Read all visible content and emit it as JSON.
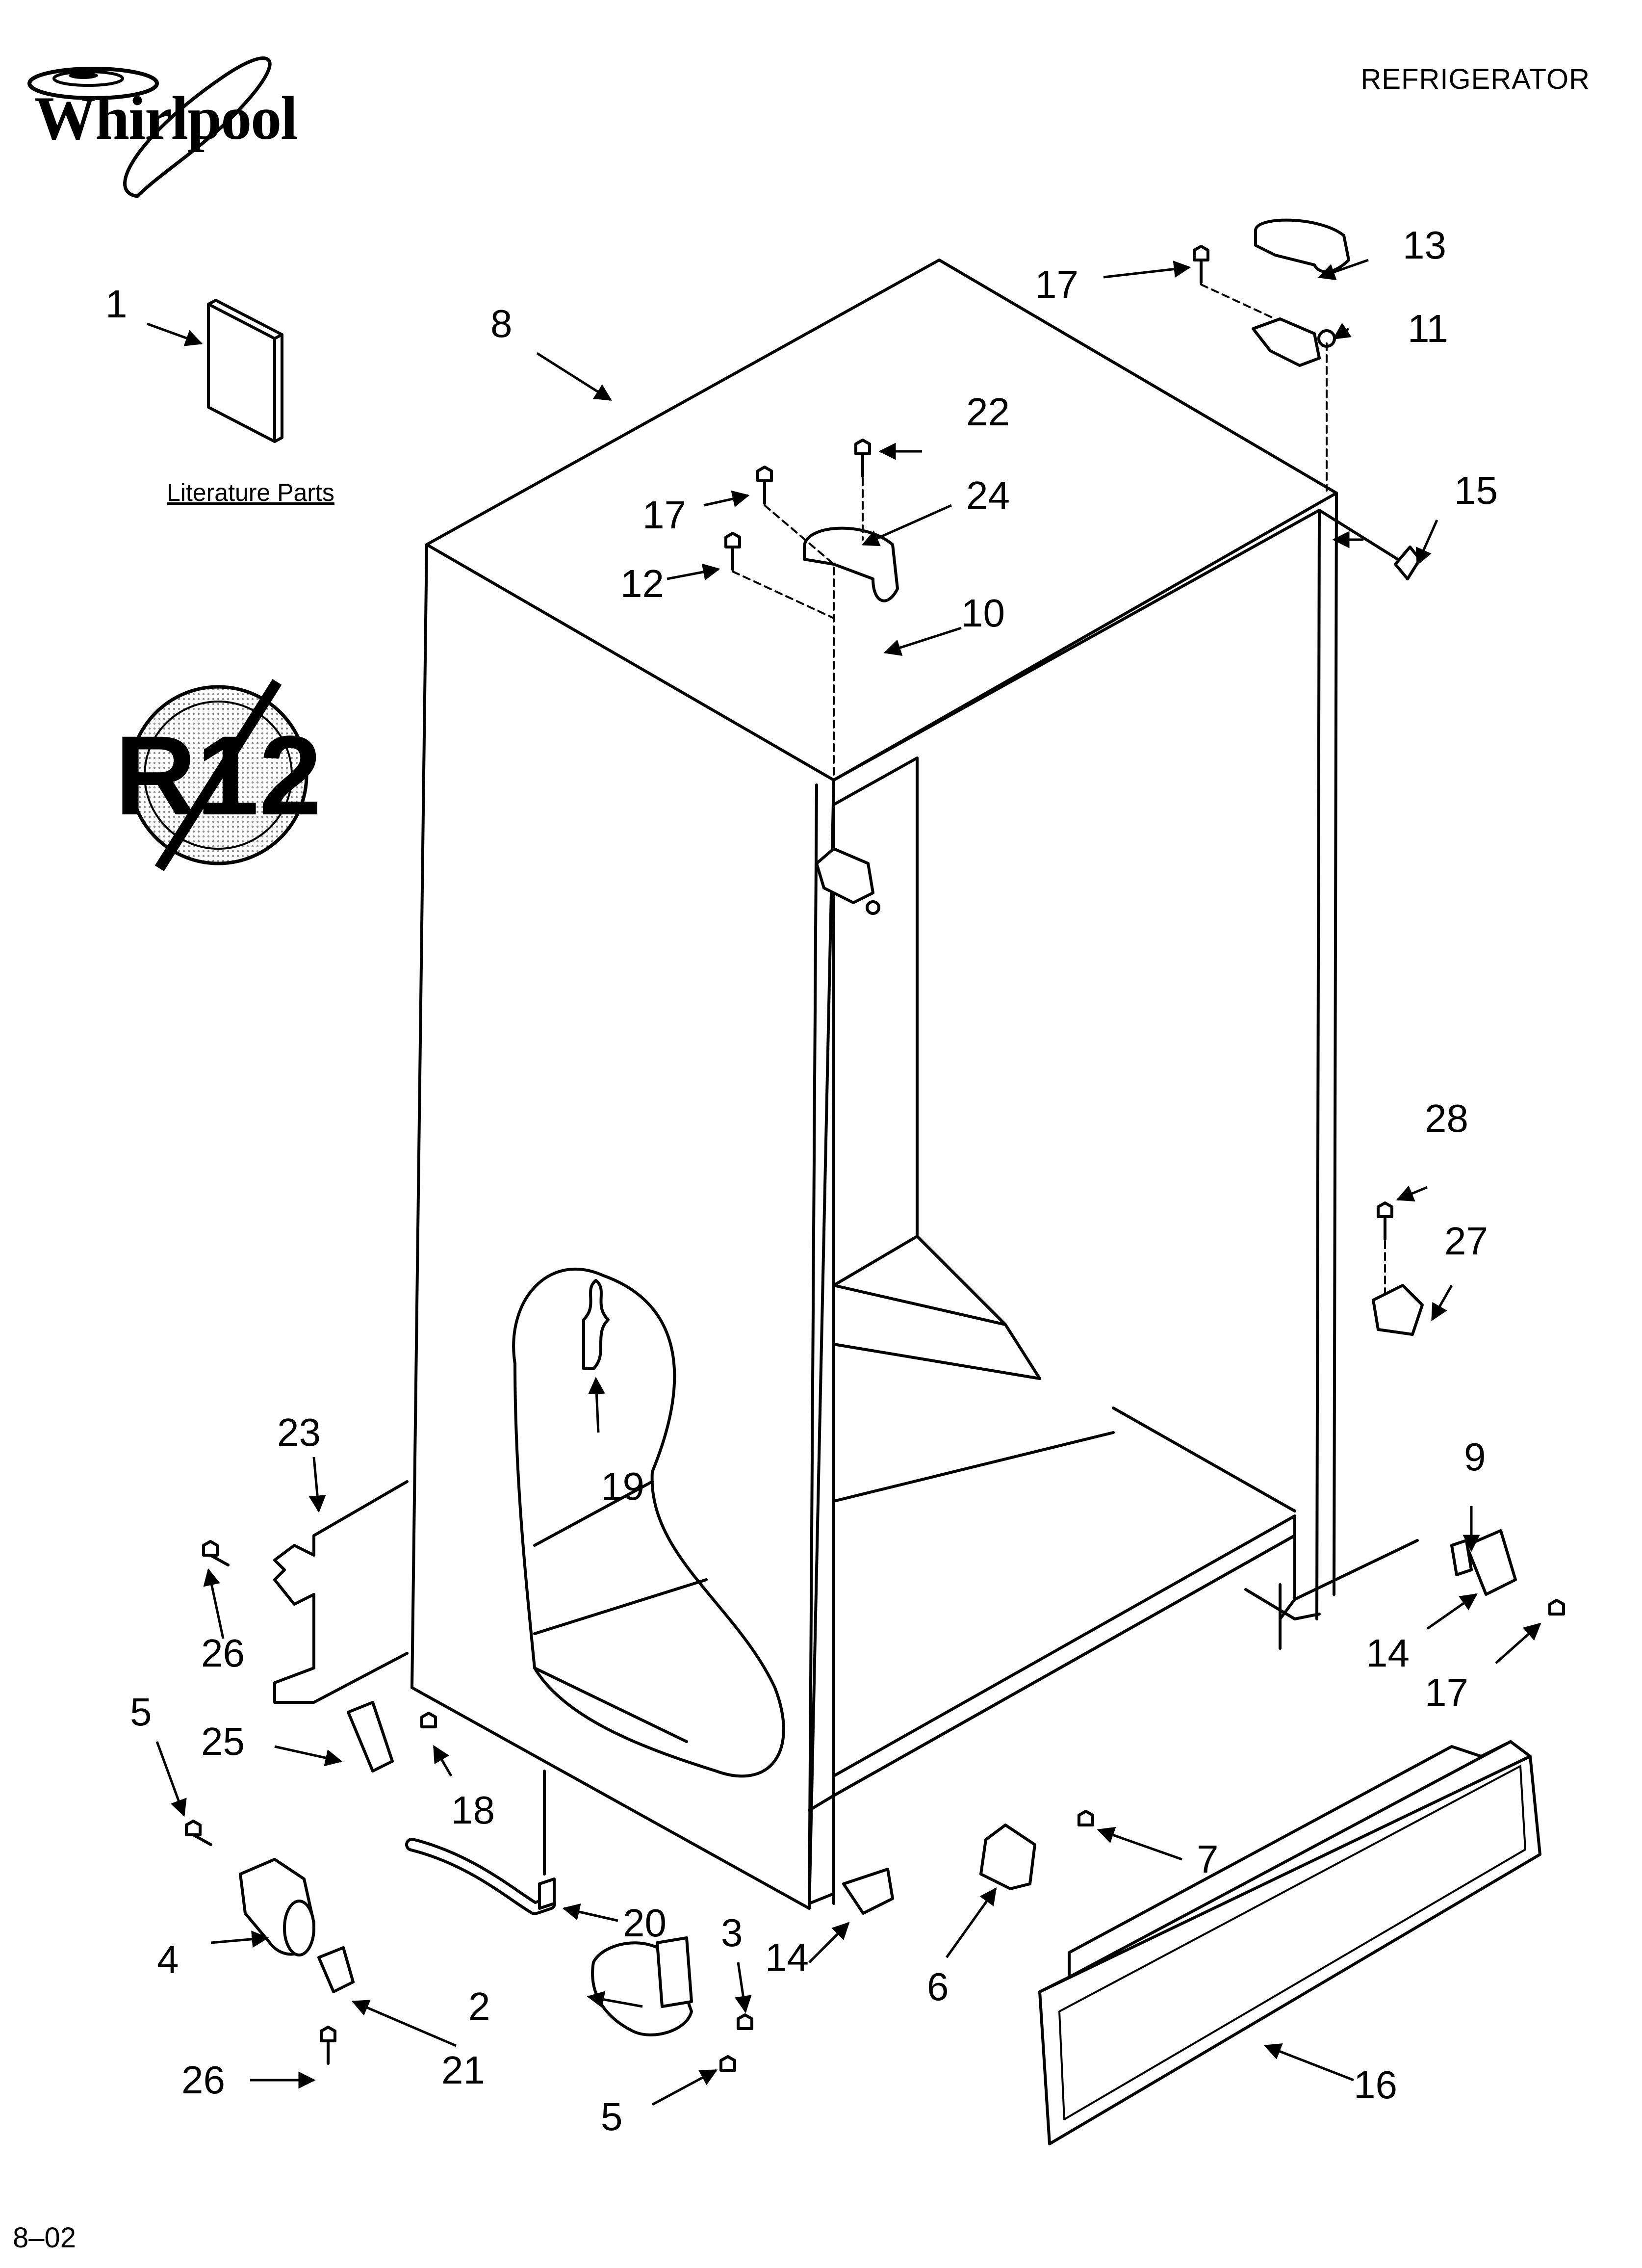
{
  "header": {
    "brand": "Whirlpool",
    "category": "REFRIGERATOR"
  },
  "footer": {
    "code": "8–02"
  },
  "labels": {
    "literature": "Literature Parts",
    "r12_badge": "R12"
  },
  "callouts": {
    "c1": "1",
    "c2": "2",
    "c3": "3",
    "c4": "4",
    "c5a": "5",
    "c5b": "5",
    "c6": "6",
    "c7": "7",
    "c8": "8",
    "c9": "9",
    "c10": "10",
    "c11": "11",
    "c12": "12",
    "c13": "13",
    "c14a": "14",
    "c14b": "14",
    "c15": "15",
    "c16": "16",
    "c17a": "17",
    "c17b": "17",
    "c17c": "17",
    "c18": "18",
    "c19": "19",
    "c20": "20",
    "c21": "21",
    "c22": "22",
    "c23": "23",
    "c24": "24",
    "c25": "25",
    "c26a": "26",
    "c26b": "26",
    "c27": "27",
    "c28": "28"
  },
  "colors": {
    "ink": "#000000",
    "paper": "#ffffff",
    "halftone": "#9a9a9a"
  }
}
